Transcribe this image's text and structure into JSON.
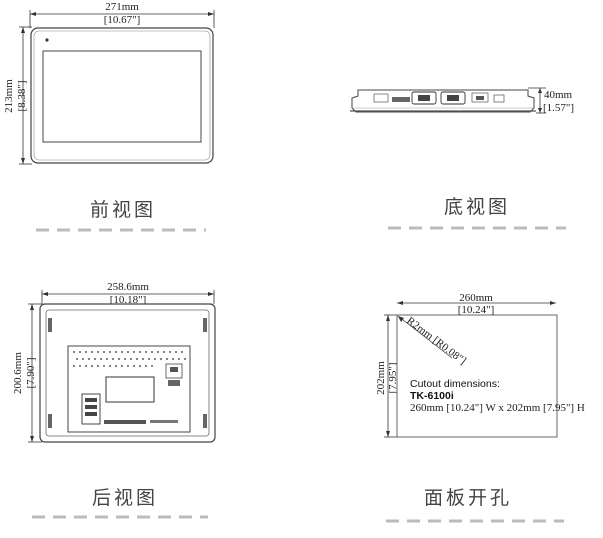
{
  "front": {
    "width_mm": "271mm",
    "width_in": "[10.67\"]",
    "height_mm": "213mm",
    "height_in": "[8.38\"]",
    "label": "前视图"
  },
  "bottom": {
    "depth_mm": "40mm",
    "depth_in": "[1.57\"]",
    "label": "底视图"
  },
  "rear": {
    "width_mm": "258.6mm",
    "width_in": "[10.18\"]",
    "height_mm": "200.6mm",
    "height_in": "[7.90\"]",
    "label": "后视图"
  },
  "cutout": {
    "width_mm": "260mm",
    "width_in": "[10.24\"]",
    "height_mm": "202mm",
    "height_in": "[7.95\"]",
    "radius": "R2mm [R0.08\"]",
    "note_title": "Cutout dimensions:",
    "note_model": "TK-6100i",
    "note_size": "260mm [10.24\"] W x 202mm [7.95\"] H",
    "label": "面板开孔"
  }
}
